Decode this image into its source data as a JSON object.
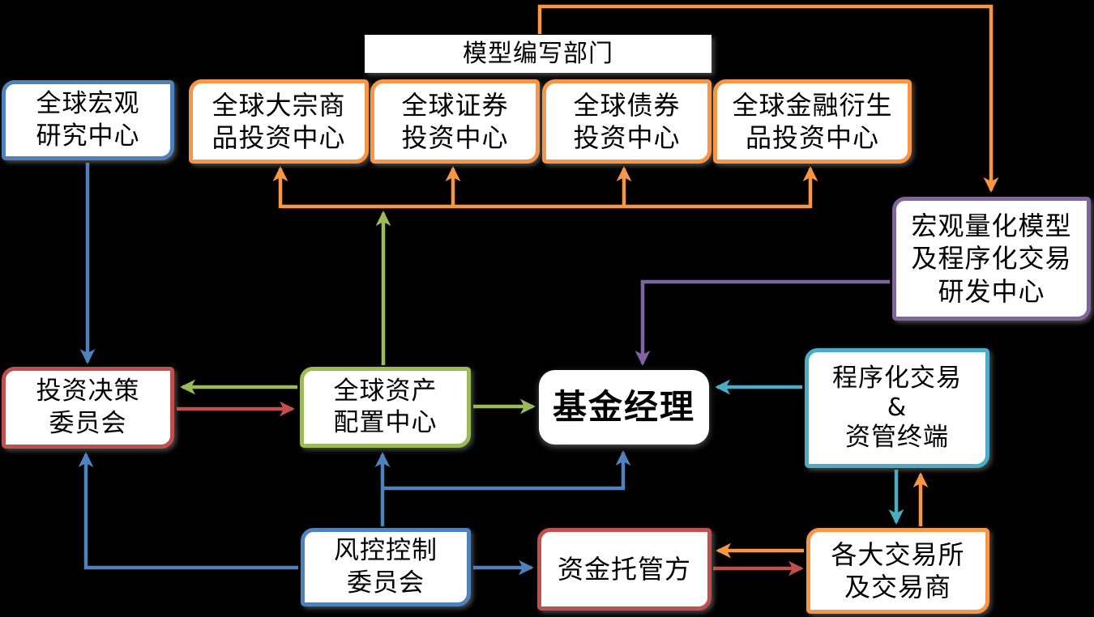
{
  "diagram_type": "org-flowchart",
  "background": "#000000",
  "palette": {
    "blue": "#4F81BD",
    "orange": "#F79646",
    "red": "#C0504D",
    "green": "#9BBB59",
    "purple": "#8064A2",
    "cyan": "#4BACC6",
    "box_fill": "#FFFFFF",
    "text": "#000000"
  },
  "nodes": {
    "model_dept": {
      "label": "模型编写部门"
    },
    "global_macro": {
      "lines": [
        "全球宏观",
        "研究中心"
      ]
    },
    "commodity": {
      "lines": [
        "全球大宗商",
        "品投资中心"
      ]
    },
    "securities": {
      "lines": [
        "全球证券",
        "投资中心"
      ]
    },
    "bonds": {
      "lines": [
        "全球债券",
        "投资中心"
      ]
    },
    "derivatives": {
      "lines": [
        "全球金融衍生",
        "品投资中心"
      ]
    },
    "quant_center": {
      "lines": [
        "宏观量化模型",
        "及程序化交易",
        "研发中心"
      ]
    },
    "invest_committee": {
      "lines": [
        "投资决策",
        "委员会"
      ]
    },
    "asset_alloc": {
      "lines": [
        "全球资产",
        "配置中心"
      ]
    },
    "fund_manager": {
      "label": "基金经理"
    },
    "program_trading": {
      "lines": [
        "程序化交易",
        "&",
        "资管终端"
      ]
    },
    "risk_committee": {
      "lines": [
        "风控控制",
        "委员会"
      ]
    },
    "custodian": {
      "label": "资金托管方"
    },
    "exchanges": {
      "lines": [
        "各大交易所",
        "及交易商"
      ]
    }
  },
  "edges": [
    {
      "from": "global_macro",
      "to": "invest_committee",
      "color": "blue"
    },
    {
      "from": "asset_alloc",
      "to": "invest_committee",
      "color": "green"
    },
    {
      "from": "invest_committee",
      "to": "asset_alloc",
      "color": "red"
    },
    {
      "from": "asset_alloc",
      "to": "fund_manager",
      "color": "green"
    },
    {
      "from": "asset_alloc",
      "to": "investment_centers_bus",
      "color": "green"
    },
    {
      "from": "investment_centers_bus",
      "to": "commodity",
      "color": "orange"
    },
    {
      "from": "investment_centers_bus",
      "to": "securities",
      "color": "orange"
    },
    {
      "from": "investment_centers_bus",
      "to": "bonds",
      "color": "orange"
    },
    {
      "from": "investment_centers_bus",
      "to": "derivatives",
      "color": "orange"
    },
    {
      "from": "model_dept",
      "to": "quant_center",
      "color": "orange"
    },
    {
      "from": "quant_center",
      "to": "fund_manager",
      "color": "purple"
    },
    {
      "from": "program_trading",
      "to": "fund_manager",
      "color": "cyan"
    },
    {
      "from": "program_trading",
      "to": "exchanges",
      "color": "cyan"
    },
    {
      "from": "exchanges",
      "to": "program_trading",
      "color": "orange"
    },
    {
      "from": "exchanges",
      "to": "custodian",
      "color": "orange"
    },
    {
      "from": "custodian",
      "to": "exchanges",
      "color": "red"
    },
    {
      "from": "risk_committee",
      "to": "invest_committee",
      "color": "blue"
    },
    {
      "from": "risk_committee",
      "to": "asset_alloc",
      "color": "blue"
    },
    {
      "from": "risk_committee",
      "to": "fund_manager",
      "color": "blue"
    },
    {
      "from": "risk_committee",
      "to": "custodian",
      "color": "blue"
    }
  ]
}
